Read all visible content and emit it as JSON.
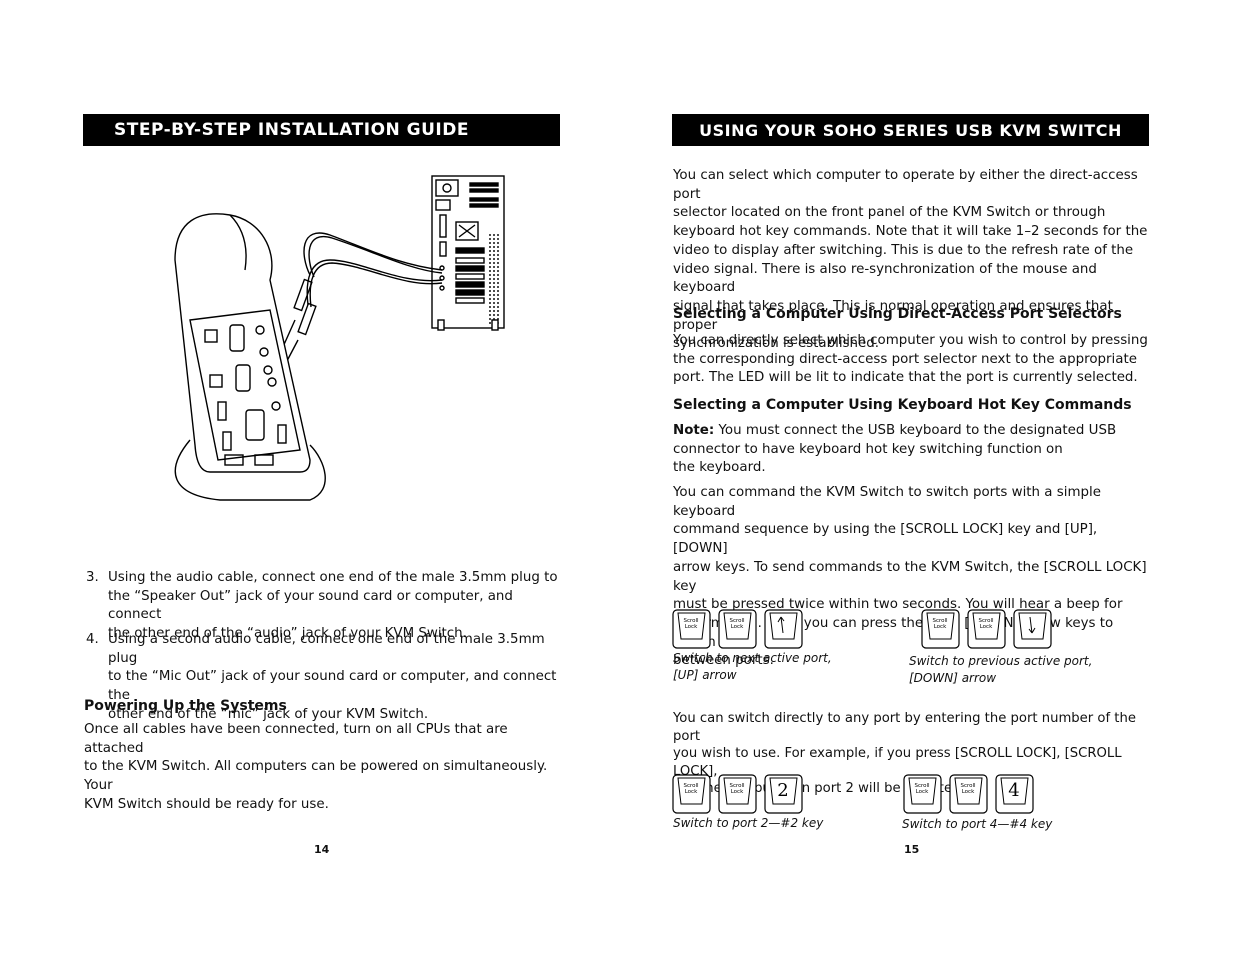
{
  "left_page": {
    "banner": "STEP-BY-STEP INSTALLATION GUIDE",
    "items": [
      {
        "num": "3.",
        "lines": [
          "Using the audio cable, connect one end of the male 3.5mm plug to",
          "the “Speaker Out” jack of your sound card or computer, and connect",
          "the other end of the “audio” jack of your KVM Switch."
        ]
      },
      {
        "num": "4.",
        "lines": [
          "Using a second audio cable, connect one end of the male 3.5mm plug",
          "to the “Mic Out” jack of your sound card or computer, and connect the",
          "other end of the “mic” jack of your KVM Switch."
        ]
      }
    ],
    "section_heading": "Powering Up the Systems",
    "section_lines": [
      "Once all cables have been connected, turn on all CPUs that are attached",
      "to the KVM Switch. All computers can be powered on simultaneously. Your",
      "KVM Switch should be ready for use."
    ],
    "page_number": "14"
  },
  "right_page": {
    "banner": "USING YOUR SOHO SERIES USB KVM SWITCH",
    "intro_lines": [
      "You can select which computer to operate by either the direct-access port",
      "selector located on the front panel of the KVM Switch or through",
      "keyboard hot key commands. Note that it will take 1–2 seconds for the",
      "video to display after switching. This is due to the refresh rate of the",
      "video signal. There is also re-synchronization of the mouse and keyboard",
      "signal that takes place. This is normal operation and ensures that proper",
      "synchronization is established."
    ],
    "heading1": "Selecting a Computer Using Direct-Access Port Selectors",
    "para1_lines": [
      "You can directly select which computer you wish to control by pressing",
      "the corresponding direct-access port selector next to the appropriate",
      "port. The LED will be lit to indicate that the port is currently selected."
    ],
    "heading2": "Selecting a Computer Using Keyboard Hot Key Commands",
    "note_label": "Note:",
    "note_lines": [
      " You must connect the USB keyboard to the designated USB",
      "connector to have keyboard hot key switching function on",
      "the keyboard."
    ],
    "para2_lines": [
      "You can command the KVM Switch to switch ports with a simple keyboard",
      "command sequence by using the [SCROLL LOCK] key and [UP], [DOWN]",
      "arrow keys. To send commands to the KVM Switch, the [SCROLL LOCK] key",
      "must be pressed twice within two seconds. You will hear a beep for",
      "confirmation. Then you can press the [UP], [DOWN] arrow keys to switch",
      "between ports."
    ],
    "caption_up": [
      "Switch to next active port,",
      "[UP] arrow"
    ],
    "caption_down": [
      "Switch to previous active port,",
      "[DOWN] arrow"
    ],
    "para3_lines": [
      "You can switch directly to any port by entering the port number of the port",
      "you wish to use. For example, if you press [SCROLL LOCK], [SCROLL LOCK],",
      "[2], the computer on port 2 will be selected."
    ],
    "caption_port2": "Switch to port 2—#2 key",
    "caption_port4": "Switch to port 4—#4 key",
    "key_scroll_line1": "Scroll",
    "key_scroll_line2": "Lock",
    "key_two": "2",
    "key_four": "4",
    "page_number": "15"
  }
}
